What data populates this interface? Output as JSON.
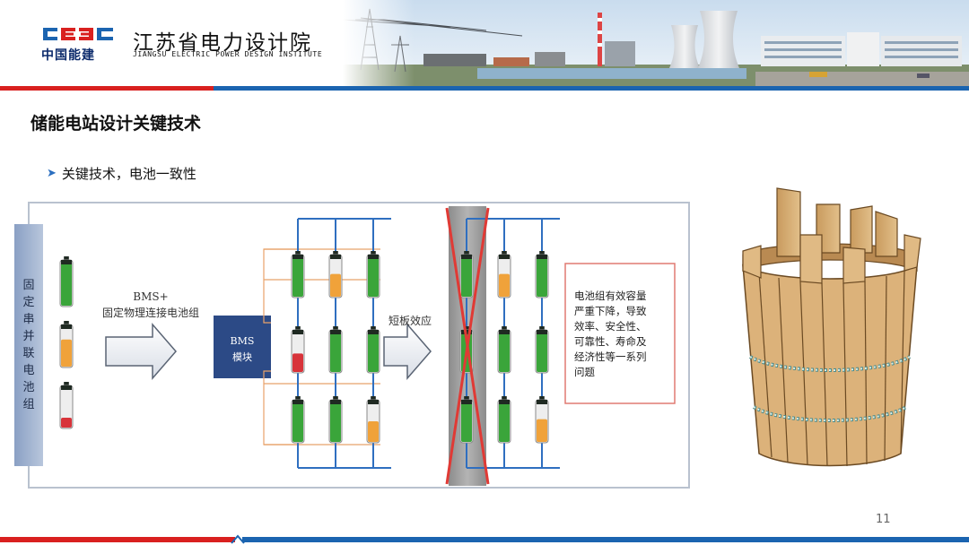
{
  "header": {
    "logo_mark": "CEEC",
    "logo_cn": "中国能建",
    "institute_cn": "江苏省电力设计院",
    "institute_en": "JIANGSU ELECTRIC POWER DESIGN INSTITUTE"
  },
  "slide": {
    "title": "储能电站设计关键技术",
    "bullet": "关键技术，电池一致性",
    "page_number": "11"
  },
  "diagram": {
    "left_panel_chars": [
      "固",
      "定",
      "串",
      "并",
      "联",
      "电",
      "池",
      "组"
    ],
    "arrow1_line1": "BMS+",
    "arrow1_line2": "固定物理连接电池组",
    "bms_line1": "BMS",
    "bms_line2": "模块",
    "arrow2_label": "短板效应",
    "result_lines": [
      "电池组有效容量",
      "严重下降，导致",
      "效率、安全性、",
      "可靠性、寿命及",
      "经济性等一系列",
      "问题"
    ]
  },
  "colors": {
    "brand_red": "#d9201f",
    "brand_blue": "#1b64b0",
    "battery_green": "#3aa53a",
    "battery_orange": "#f0a23a",
    "battery_red": "#d8333a",
    "bms_blue": "#2c4a86",
    "cross_red": "#e03a35",
    "wood": "#d9b27a"
  },
  "icons": {
    "bullet": "triangle-right-icon",
    "logo": "ceec-logo-icon"
  }
}
